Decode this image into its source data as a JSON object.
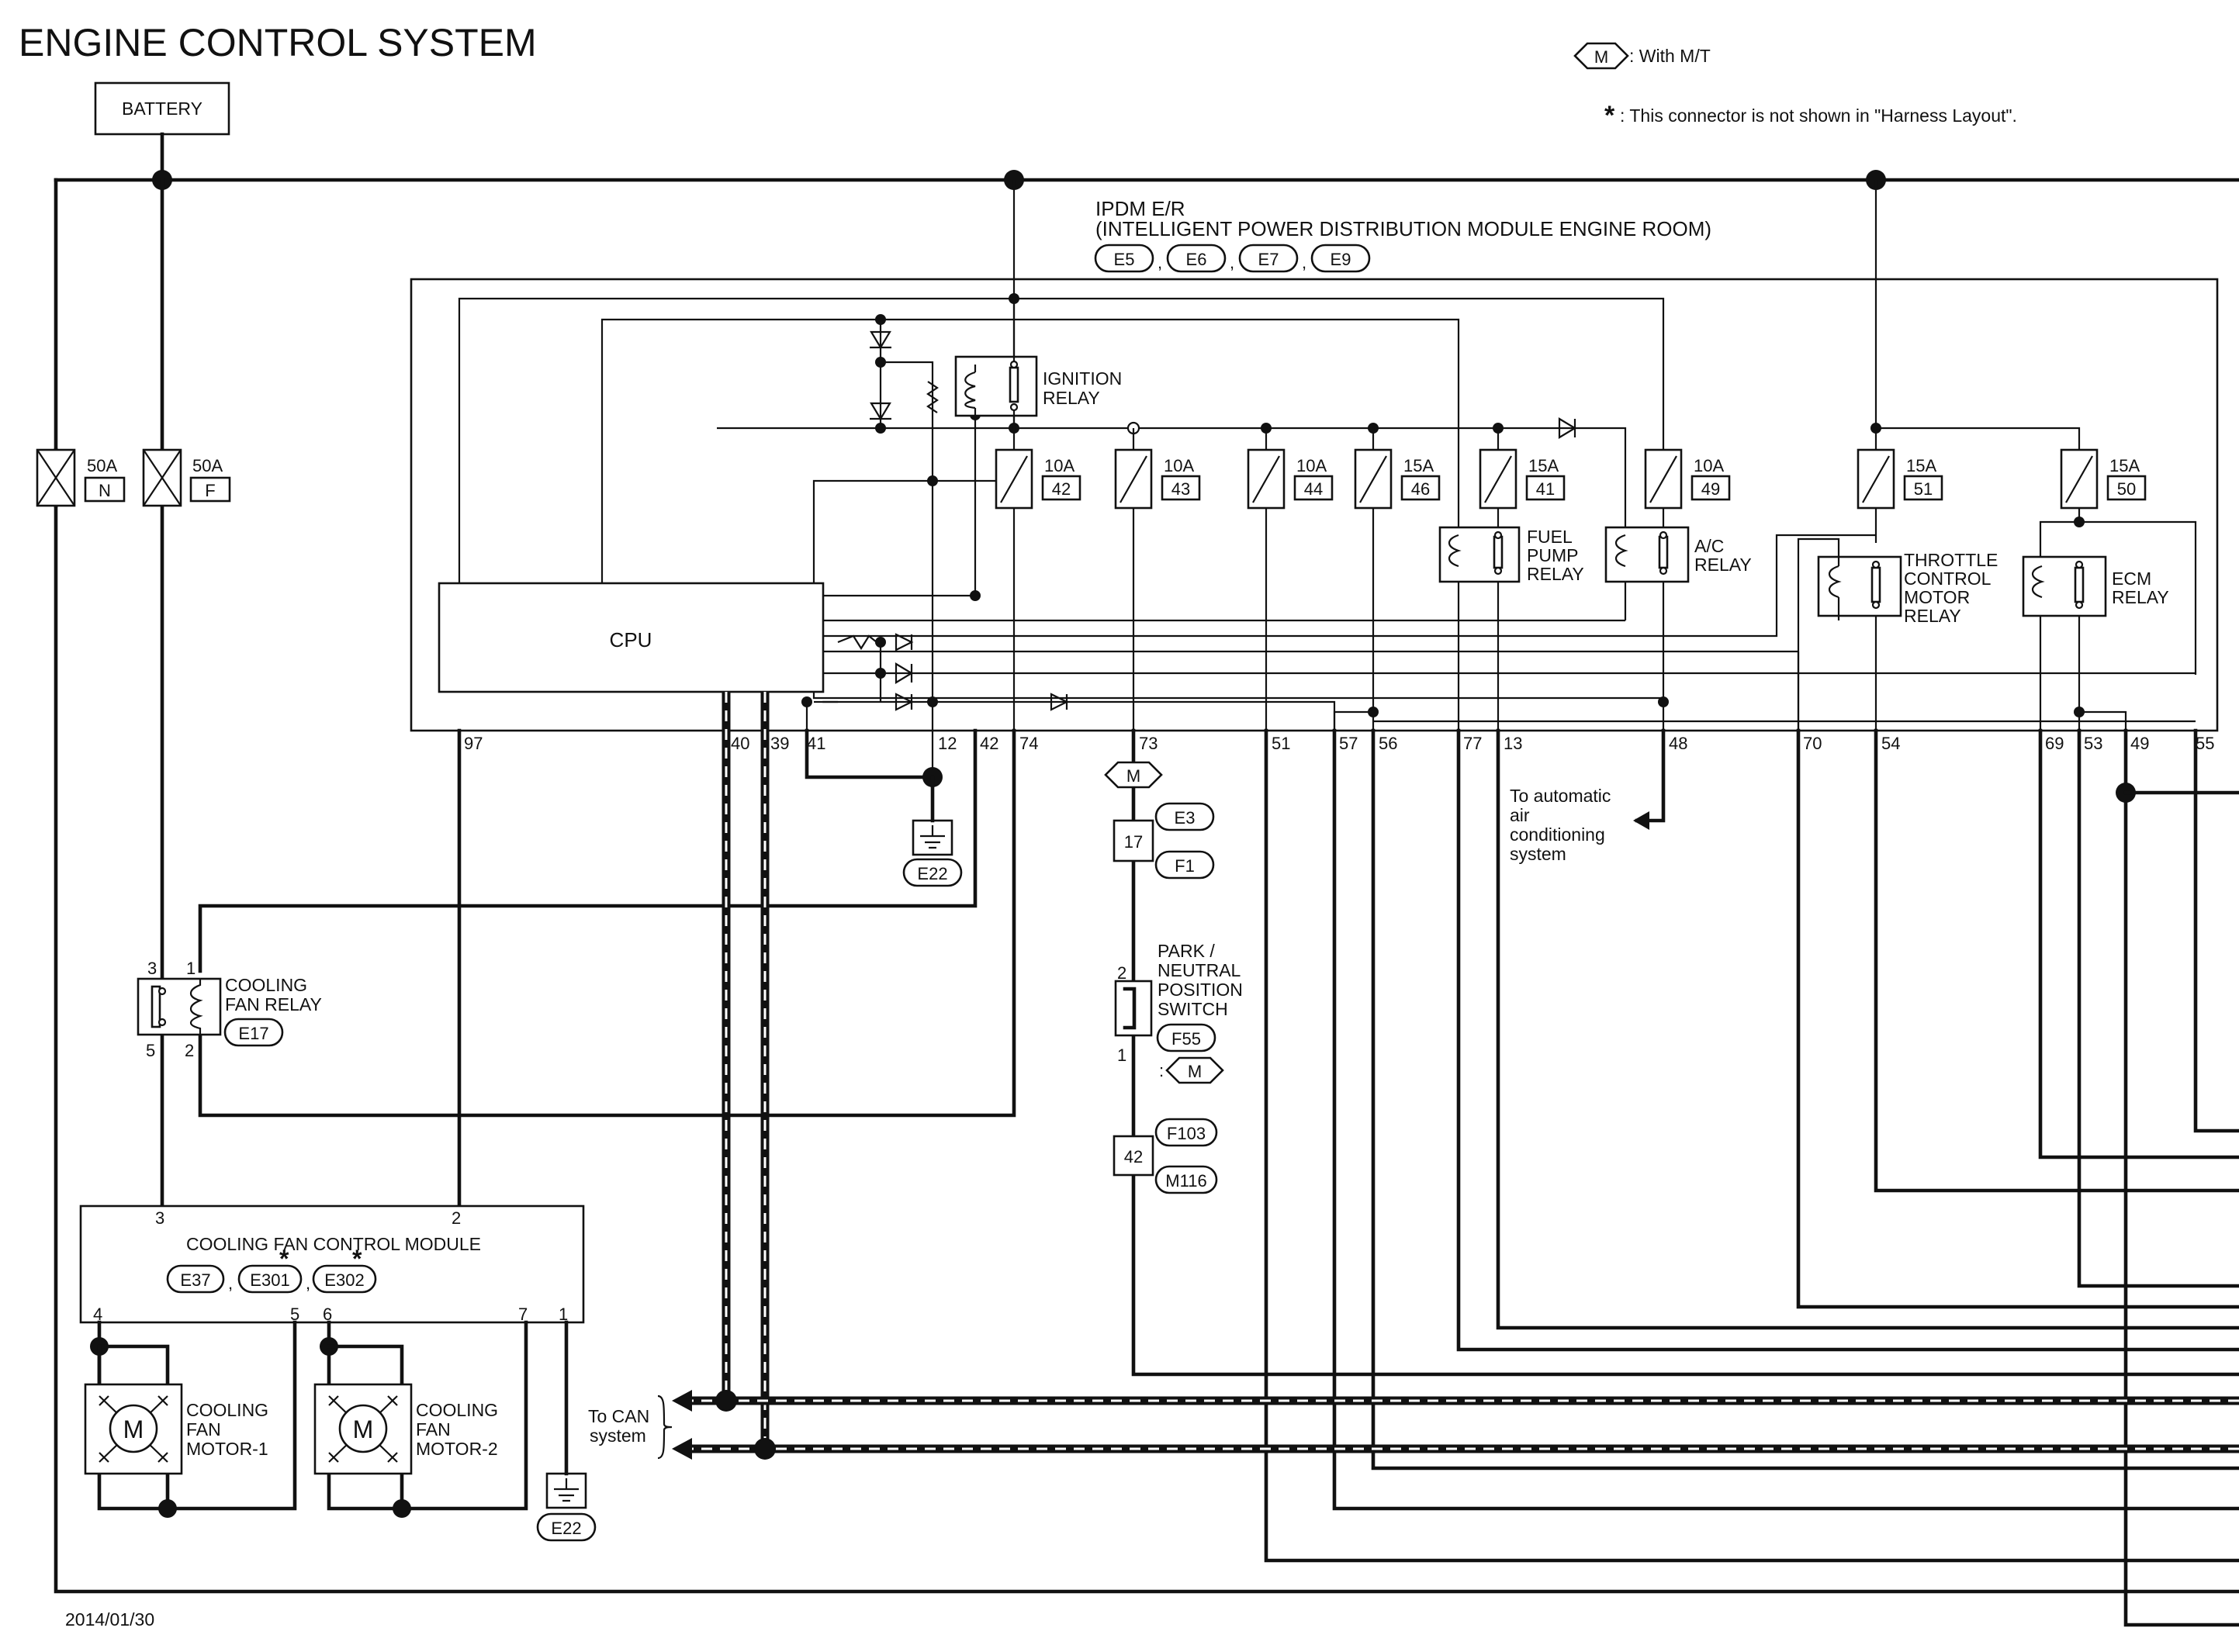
{
  "title": "ENGINE CONTROL SYSTEM",
  "date": "2014/01/30",
  "legend": {
    "mt_symbol": "M",
    "mt_text": ": With M/T",
    "star_symbol": "*",
    "star_text": ": This connector is not shown in \"Harness Layout\"."
  },
  "battery": "BATTERY",
  "fusible_links": [
    {
      "rating": "50A",
      "id": "N"
    },
    {
      "rating": "50A",
      "id": "F"
    }
  ],
  "ipdm": {
    "line1": "IPDM E/R",
    "line2": "(INTELLIGENT POWER DISTRIBUTION MODULE ENGINE ROOM)",
    "connectors": [
      "E5",
      "E6",
      "E7",
      "E9"
    ],
    "separator": ","
  },
  "cpu": "CPU",
  "ignition_relay": [
    "IGNITION",
    "RELAY"
  ],
  "fuel_pump_relay": [
    "FUEL",
    "PUMP",
    "RELAY"
  ],
  "ac_relay": [
    "A/C",
    "RELAY"
  ],
  "throttle_relay": [
    "THROTTLE",
    "CONTROL",
    "MOTOR",
    "RELAY"
  ],
  "ecm_relay": [
    "ECM",
    "RELAY"
  ],
  "fuses": [
    {
      "rating": "10A",
      "id": "42"
    },
    {
      "rating": "10A",
      "id": "43"
    },
    {
      "rating": "10A",
      "id": "44"
    },
    {
      "rating": "15A",
      "id": "46"
    },
    {
      "rating": "15A",
      "id": "41"
    },
    {
      "rating": "10A",
      "id": "49"
    },
    {
      "rating": "15A",
      "id": "51"
    },
    {
      "rating": "15A",
      "id": "50"
    }
  ],
  "ipdm_pins": [
    "97",
    "40",
    "39",
    "41",
    "12",
    "42",
    "74",
    "73",
    "51",
    "57",
    "56",
    "77",
    "13",
    "48",
    "70",
    "54",
    "69",
    "53",
    "49",
    "55"
  ],
  "ground_ipdm": "E22",
  "ground_fan": "E22",
  "mt_marker": "M",
  "junction_17": {
    "number": "17",
    "top": "E3",
    "bottom": "F1"
  },
  "junction_42": {
    "number": "42",
    "top": "F103",
    "bottom": "M116"
  },
  "pnp_switch": {
    "label": [
      "PARK /",
      "NEUTRAL",
      "POSITION",
      "SWITCH"
    ],
    "connector": "F55",
    "pin_top": "2",
    "pin_bottom": "1",
    "note_prefix": ":",
    "note_symbol": "M"
  },
  "ac_note": [
    "To automatic",
    "air",
    "conditioning",
    "system"
  ],
  "can_note": [
    "To CAN",
    "system"
  ],
  "cooling_fan_relay": {
    "label": [
      "COOLING",
      "FAN RELAY"
    ],
    "connector": "E17",
    "pins": [
      "3",
      "1",
      "5",
      "2"
    ]
  },
  "fan_module": {
    "label": "COOLING FAN CONTROL MODULE",
    "connectors": [
      "E37",
      "E301",
      "E302"
    ],
    "separator": ",",
    "star": "*",
    "pins_top": [
      "3",
      "2"
    ],
    "pins_bottom": [
      "4",
      "5",
      "6",
      "7",
      "1"
    ]
  },
  "motor_symbol": "M",
  "motor1": [
    "COOLING",
    "FAN",
    "MOTOR-1"
  ],
  "motor2": [
    "COOLING",
    "FAN",
    "MOTOR-2"
  ]
}
